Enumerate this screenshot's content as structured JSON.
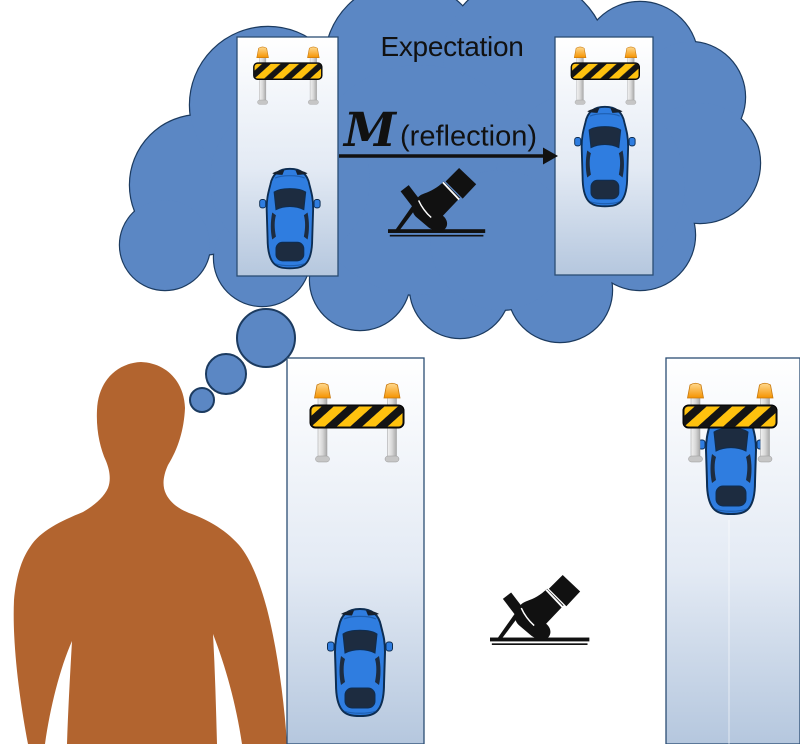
{
  "figure": {
    "cloud_label": "Expectation",
    "transform_symbol": "M",
    "transform_annotation": "(reflection)"
  },
  "colors": {
    "cloud_fill": "#5b87c4",
    "cloud_outline": "#1c3b60",
    "person_silhouette": "#b2642f",
    "road_gradient_top": "#ffffff",
    "road_gradient_bottom": "#b5c7de",
    "road_border": "#2b4d74",
    "hazard_yellow": "#ffc20e",
    "hazard_black": "#141414",
    "lamp_orange": "#f9a728",
    "post_gray": "#c9c9c9",
    "car_body_blue": "#2f7de0",
    "car_window_dark": "#1d2c40",
    "ink_black": "#111111"
  },
  "icons": {
    "cloud": "thought-cloud",
    "bubbles": "thought-trail-bubbles",
    "barrier": "construction-barrier-icon",
    "car": "car-top-view-icon",
    "pedal": "gas-pedal-foot-icon",
    "person": "person-silhouette",
    "arrow": "transform-arrow-right"
  }
}
